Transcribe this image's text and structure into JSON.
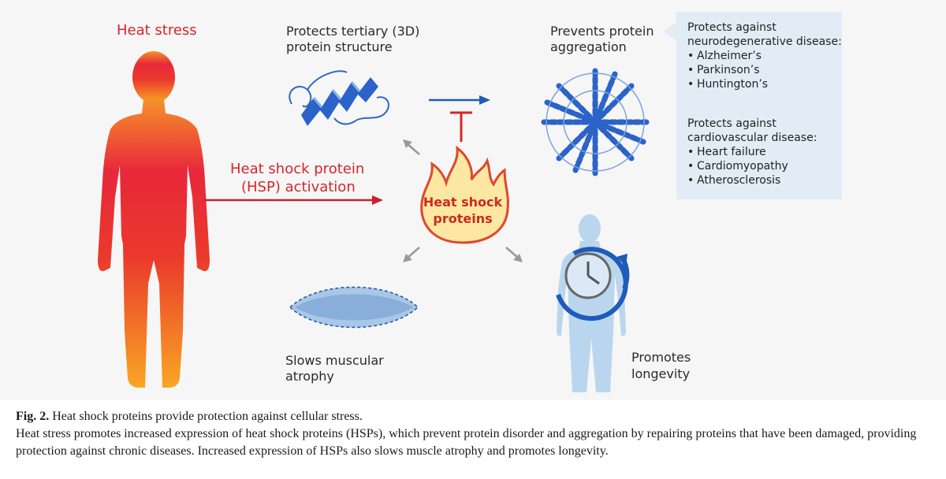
{
  "body_side": {
    "heat_stress_label": "Heat stress",
    "activation_line1": "Heat shock protein",
    "activation_line2": "(HSP) activation"
  },
  "center": {
    "line1": "Heat shock",
    "line2": "proteins"
  },
  "effects": {
    "tertiary_line1": "Protects tertiary (3D)",
    "tertiary_line2": "protein structure",
    "aggregation_line1": "Prevents protein",
    "aggregation_line2": "aggregation",
    "atrophy_line1": "Slows muscular",
    "atrophy_line2": "atrophy",
    "longevity_line1": "Promotes",
    "longevity_line2": "longevity"
  },
  "callout": {
    "neuro_heading_line1": "Protects against",
    "neuro_heading_line2": "neurodegenerative disease:",
    "neuro_items": [
      "Alzheimer’s",
      "Parkinson’s",
      "Huntington’s"
    ],
    "cardio_heading_line1": "Protects against",
    "cardio_heading_line2": "cardiovascular disease:",
    "cardio_items": [
      "Heart failure",
      "Cardiomyopathy",
      "Atherosclerosis"
    ]
  },
  "caption": {
    "fig_label": "Fig. 2.",
    "fig_title": "Heat shock proteins provide protection against cellular stress.",
    "body": "Heat stress promotes increased expression of heat shock proteins (HSPs), which prevent protein disorder and aggregation by repairing proteins that have been damaged, providing protection against chronic diseases. Increased expression of HSPs also slows muscle atrophy and promotes longevity."
  },
  "colors": {
    "panel_bg": "#f6f6f6",
    "heat_red": "#d6262a",
    "body_orange": "#f39a24",
    "hsp_fill": "#fde7a3",
    "hsp_outline": "#e0472b",
    "arrow_blue": "#1f5bb8",
    "callout_bg": "#e2ecf7",
    "light_blue_figure": "#b9d6ee"
  }
}
